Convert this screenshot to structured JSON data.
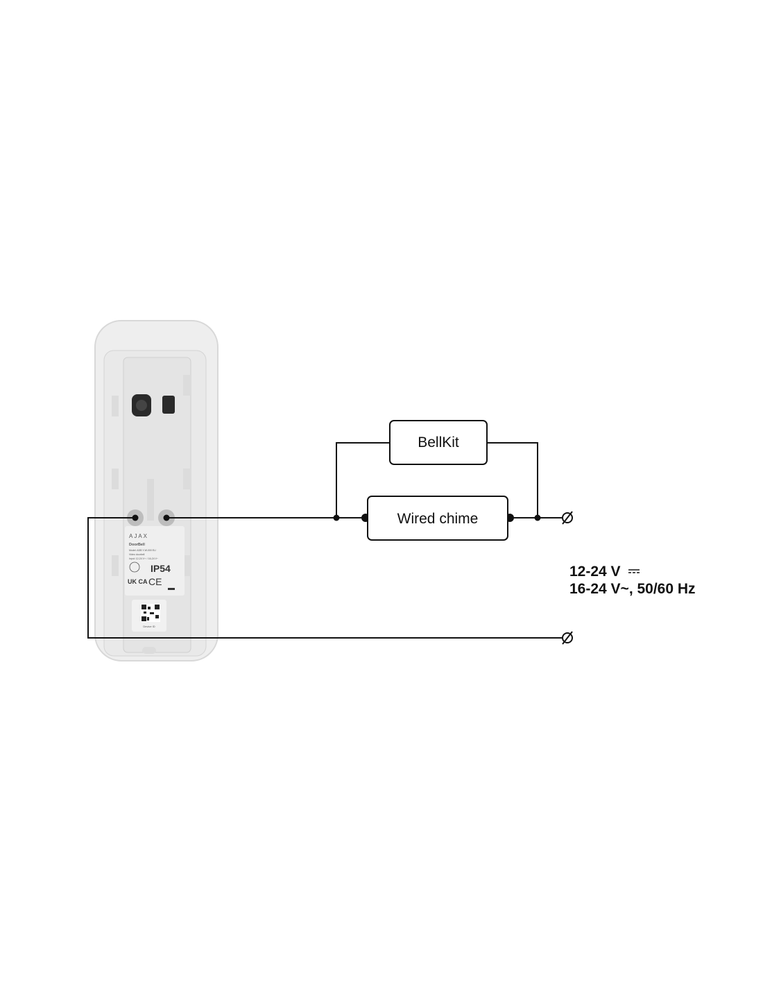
{
  "device": {
    "brand": "AJAX",
    "name": "DoorBell",
    "model_line": "Model: ADB Y-W-000 EU",
    "type_line": "Video doorbell",
    "input_line": "Input: 12-24 V⎓ / 16-24 V~",
    "ip_rating": "IP54",
    "ukca": "UK CA",
    "ce": "CE",
    "qr_label": "Device ID"
  },
  "diagram": {
    "bellkit_label": "BellKit",
    "chime_label": "Wired chime",
    "supply_dc": "12-24 V",
    "supply_ac": "16-24 V~, 50/60 Hz"
  },
  "colors": {
    "wire": "#111111",
    "device_body": "#ececec"
  }
}
